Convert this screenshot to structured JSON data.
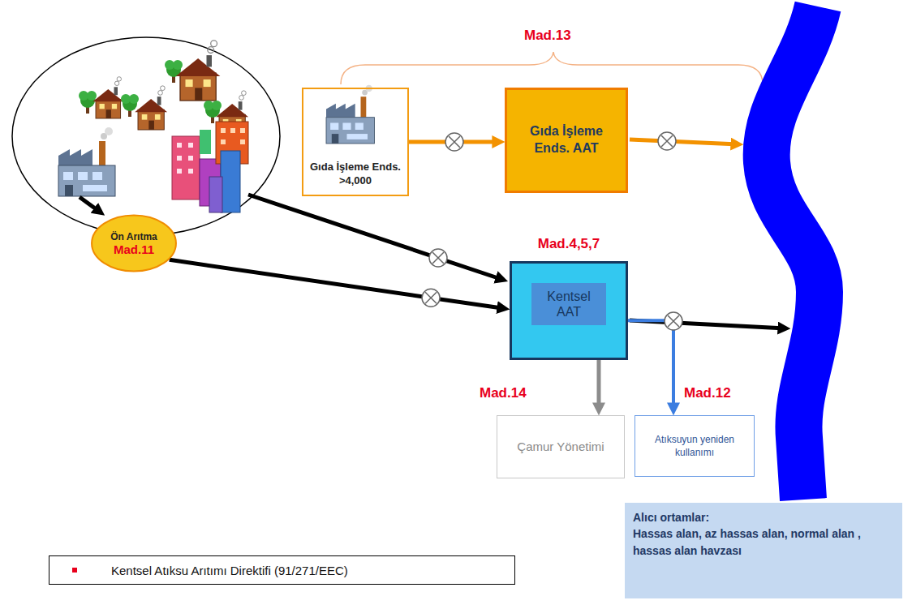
{
  "diagram": {
    "nodes": [
      {
        "text": [
          "Gıda İşleme Ends. >4,000"
        ]
      },
      {
        "text": [
          "Gıda İşleme Ends. AAT"
        ]
      },
      {
        "text": [
          "Ön Arıtma",
          "Mad.11"
        ]
      },
      {
        "text": [
          "Mad.4,5,7"
        ]
      },
      {
        "text": [
          "Kentsel AAT"
        ],
        "in": 3
      },
      {
        "text": [
          "Mad.14",
          "Çamur Yönetimi"
        ]
      },
      {
        "text": [
          "Mad.12",
          "Atıksuyun yeniden kullanımı"
        ]
      },
      {
        "text": [
          "Alıcı ortamlar:",
          "Hassas alan, az hassas alan, normal alan , hassas alan havzası"
        ]
      }
    ],
    "edges": [
      {
        "from": 0,
        "to": 1,
        "arrow": "to"
      },
      {
        "from": 2,
        "to": 3,
        "arrow": "to"
      },
      {
        "from": 3,
        "to": 5,
        "arrow": "to"
      },
      {
        "from": 3,
        "to": 6,
        "arrow": "to"
      }
    ],
    "labels": [
      "Mad.13"
    ],
    "legend": [
      {
        "text": "Kentsel Atıksu Arıtımı Direktifi (91/271/EEC)",
        "color": "#e8001c"
      }
    ]
  }
}
